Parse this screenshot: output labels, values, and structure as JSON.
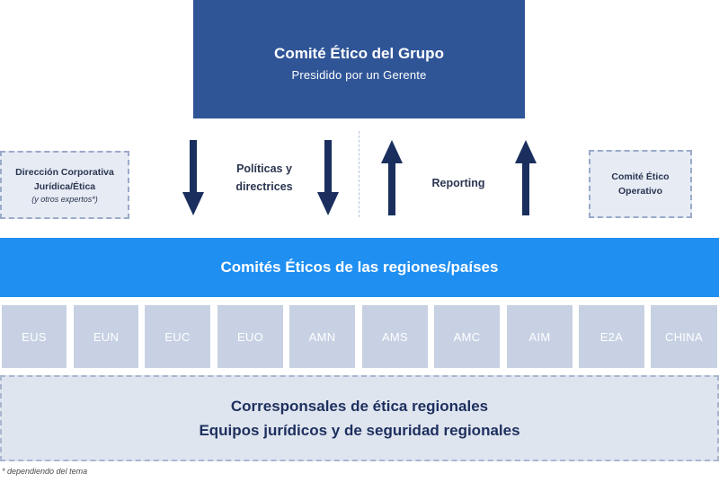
{
  "top_committee": {
    "title": "Comité Ético del Grupo",
    "subtitle": "Presidido por un Gerente"
  },
  "left_box": {
    "line1": "Dirección Corporativa",
    "line2": "Jurídica/Ética",
    "note": "(y otros expertos*)"
  },
  "right_box": {
    "line1": "Comité Ético",
    "line2": "Operativo"
  },
  "flows": {
    "policies_line1": "Políticas y",
    "policies_line2": "directrices",
    "reporting": "Reporting"
  },
  "regions_band": {
    "label": "Comités Éticos de las regiones/países"
  },
  "regions": [
    "EUS",
    "EUN",
    "EUC",
    "EUO",
    "AMN",
    "AMS",
    "AMC",
    "AIM",
    "E2A",
    "CHINA"
  ],
  "bottom_box": {
    "line1": "Corresponsales de ética regionales",
    "line2": "Equipos jurídicos y de seguridad regionales"
  },
  "footnote": "* dependiendo del tema",
  "colors": {
    "top_box": "#2f5597",
    "regions_band": "#1f8ff2",
    "region_tile": "#c7d1e3",
    "arrow": "#1a2f5e"
  },
  "icons": {
    "down_arrow": "down-arrow-icon",
    "up_arrow": "up-arrow-icon"
  }
}
